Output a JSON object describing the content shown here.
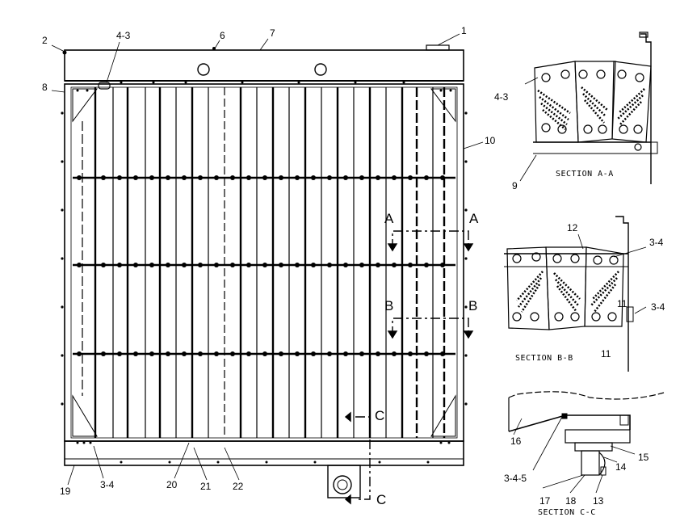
{
  "callouts": {
    "c1": "1",
    "c2": "2",
    "c4_3_top": "4-3",
    "c6": "6",
    "c7": "7",
    "c8": "8",
    "c10": "10",
    "c19": "19",
    "c3_4_bottom": "3-4",
    "c20": "20",
    "c21": "21",
    "c22": "22"
  },
  "section_markers": {
    "a": "A",
    "b": "B",
    "c": "C"
  },
  "section_aa": {
    "caption": "SECTION A-A",
    "label_4_3": "4-3",
    "label_9": "9"
  },
  "section_bb": {
    "caption": "SECTION B-B",
    "label_12": "12",
    "label_3_4_top": "3-4",
    "label_3_4_right": "3-4",
    "label_11a": "11",
    "label_11b": "11"
  },
  "section_cc": {
    "caption": "SECTION C-C",
    "label_16": "16",
    "label_15": "15",
    "label_14": "14",
    "label_3_4_5": "3-4-5",
    "label_17": "17",
    "label_18": "18",
    "label_13": "13"
  }
}
